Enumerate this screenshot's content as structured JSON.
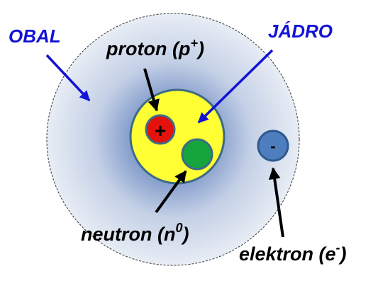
{
  "labels": {
    "obal": "OBAL",
    "jadro": "JÁDRO",
    "proton": "proton (p",
    "proton_sup": "+",
    "proton_close": ")",
    "neutron": "neutron (n",
    "neutron_sup": "0",
    "neutron_close": ")",
    "elektron": "elektron (e",
    "elektron_sup": "-",
    "elektron_close": ")"
  },
  "particles": {
    "proton_symbol": "+",
    "electron_symbol": "-"
  },
  "colors": {
    "shell_center": "#3f63a8",
    "shell_edge": "#e9eef6",
    "nucleus": "#ffff33",
    "nucleus_border": "#3d6a87",
    "proton": "#e3120b",
    "neutron": "#16a53c",
    "electron": "#4f7ec0",
    "label_blue": "#1212d6",
    "label_black": "#000000"
  }
}
